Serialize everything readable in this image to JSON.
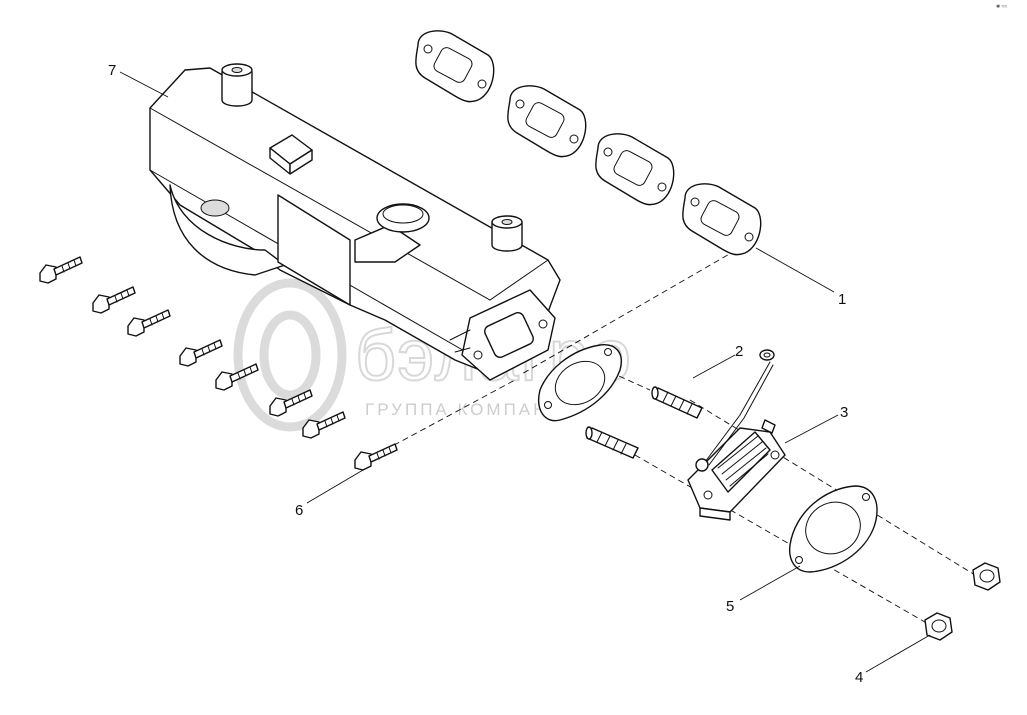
{
  "watermark": {
    "brand": "бэлагро",
    "tagline": "ГРУППА КОМПАНИЙ"
  },
  "callouts": [
    {
      "id": "1",
      "label": "1"
    },
    {
      "id": "2",
      "label": "2"
    },
    {
      "id": "3",
      "label": "3"
    },
    {
      "id": "4",
      "label": "4"
    },
    {
      "id": "5",
      "label": "5"
    },
    {
      "id": "6",
      "label": "6"
    },
    {
      "id": "7",
      "label": "7"
    }
  ],
  "corner_mark": "✱ ≈≈"
}
